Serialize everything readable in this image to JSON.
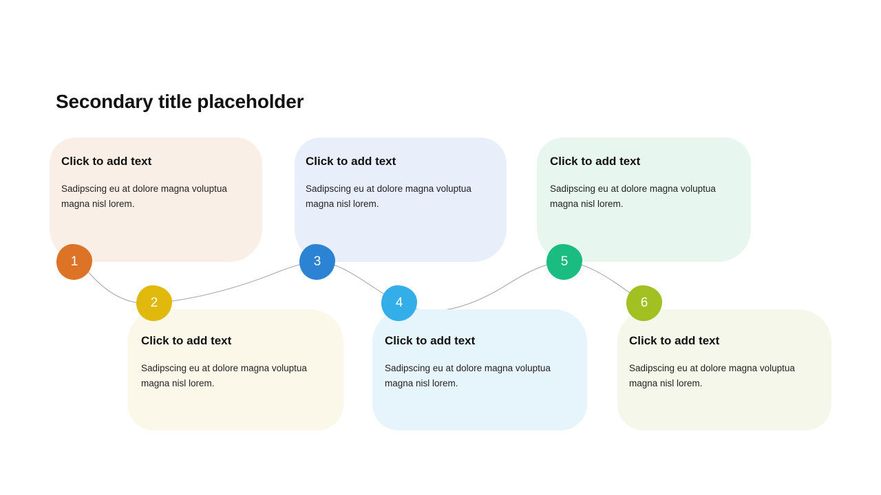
{
  "slide": {
    "title": "Secondary title placeholder",
    "background_color": "#FFFFFF",
    "connector_color": "#A8A8A8"
  },
  "steps": [
    {
      "number": "1",
      "heading": "Click to add text",
      "body": "Sadipscing eu at dolore magna voluptua magna nisl lorem.",
      "badge_color": "#DD7327",
      "card_color": "#FAEFE7",
      "row": "top"
    },
    {
      "number": "2",
      "heading": "Click to add text",
      "body": "Sadipscing eu at dolore magna voluptua magna nisl lorem.",
      "badge_color": "#E0B90C",
      "card_color": "#FBF8E9",
      "row": "bottom"
    },
    {
      "number": "3",
      "heading": "Click to add text",
      "body": "Sadipscing eu at dolore magna voluptua magna nisl lorem.",
      "badge_color": "#2C83D4",
      "card_color": "#E8EFFA",
      "row": "top"
    },
    {
      "number": "4",
      "heading": "Click to add text",
      "body": "Sadipscing eu at dolore magna voluptua magna nisl lorem.",
      "badge_color": "#33AEE8",
      "card_color": "#E6F4FC",
      "row": "bottom"
    },
    {
      "number": "5",
      "heading": "Click to add text",
      "body": "Sadipscing eu at dolore magna voluptua magna nisl lorem.",
      "badge_color": "#1BBC81",
      "card_color": "#E7F6EF",
      "row": "top"
    },
    {
      "number": "6",
      "heading": "Click to add text",
      "body": "Sadipscing eu at dolore magna voluptua magna nisl lorem.",
      "badge_color": "#A2C022",
      "card_color": "#F4F7E9",
      "row": "bottom"
    }
  ]
}
